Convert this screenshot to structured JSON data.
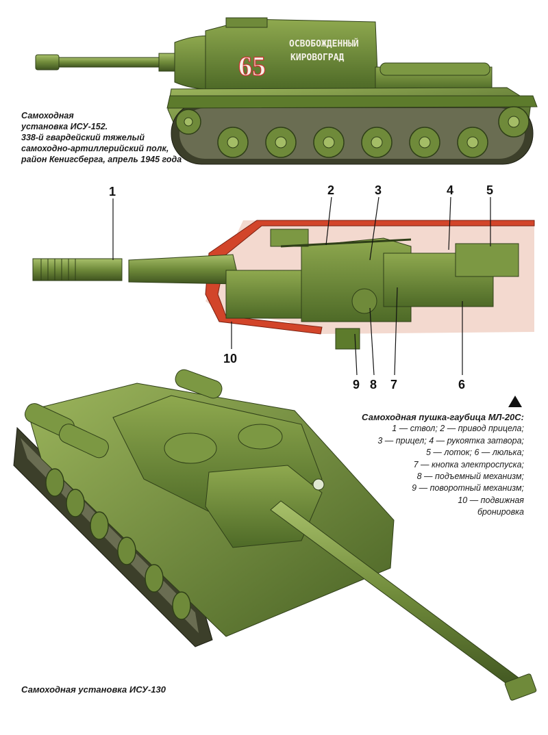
{
  "top_caption": {
    "lines": [
      "Самоходная",
      "установка ИСУ-152.",
      "338-й гвардейский тяжелый",
      "самоходно-артиллерийский полк,",
      "район Кенигсберга, апрель 1945 года"
    ]
  },
  "turret_marking": {
    "number": "65",
    "slogan_1": "ОСВОБОЖДЕННЫЙ",
    "slogan_2": "КИРОВОГРАД"
  },
  "callouts": [
    "1",
    "2",
    "3",
    "4",
    "5",
    "6",
    "7",
    "8",
    "9",
    "10"
  ],
  "legend": {
    "title": "Самоходная пушка-гаубица МЛ-20С:",
    "lines": [
      "1 — ствол; 2 — привод прицела;",
      "3 — прицел; 4 — рукоятка затвора;",
      "5 — лоток; 6 — люлька;",
      "7 — кнопка электроспуска;",
      "8 — подъемный механизм;",
      "9 — поворотный механизм;",
      "10 — подвижная",
      "бронировка"
    ]
  },
  "bottom_caption": "Самоходная установка ИСУ-130",
  "colors": {
    "olive": "#6f8a3a",
    "olive_dark": "#3f5420",
    "olive_light": "#93ad55",
    "armor_red": "#d2452a",
    "hull_bg": "#f3d9cf"
  }
}
